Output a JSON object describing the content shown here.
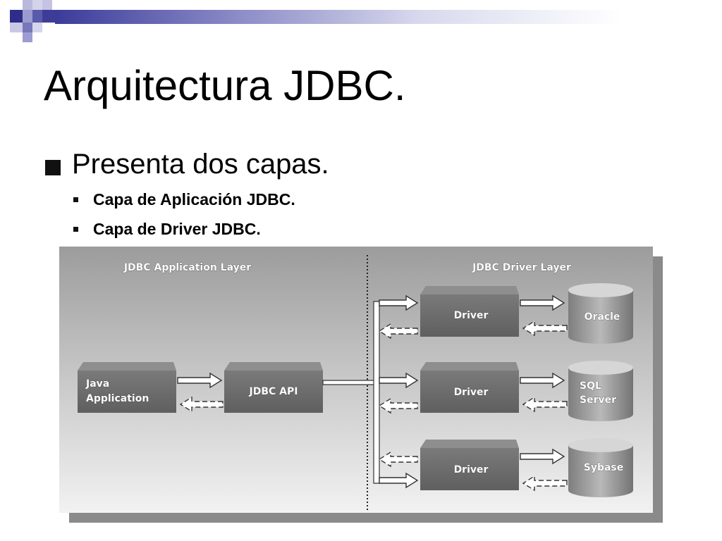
{
  "slide": {
    "title": "Arquitectura JDBC.",
    "bullet": "Presenta dos capas.",
    "subbullets": [
      "Capa de Aplicación JDBC.",
      "Capa de Driver JDBC."
    ]
  },
  "diagram": {
    "application_layer_label": "JDBC Application Layer",
    "driver_layer_label": "JDBC Driver Layer",
    "java_application": [
      "Java",
      "Application"
    ],
    "jdbc_api": "JDBC API",
    "drivers": [
      "Driver",
      "Driver",
      "Driver"
    ],
    "databases": [
      [
        "Oracle"
      ],
      [
        "SQL",
        "Server"
      ],
      [
        "Sybase"
      ]
    ]
  },
  "colors": {
    "accent": "#3b3b9a",
    "box": "#6e6e6e",
    "box_top": "#8a8a8a",
    "panel": "#a9a9a9"
  }
}
